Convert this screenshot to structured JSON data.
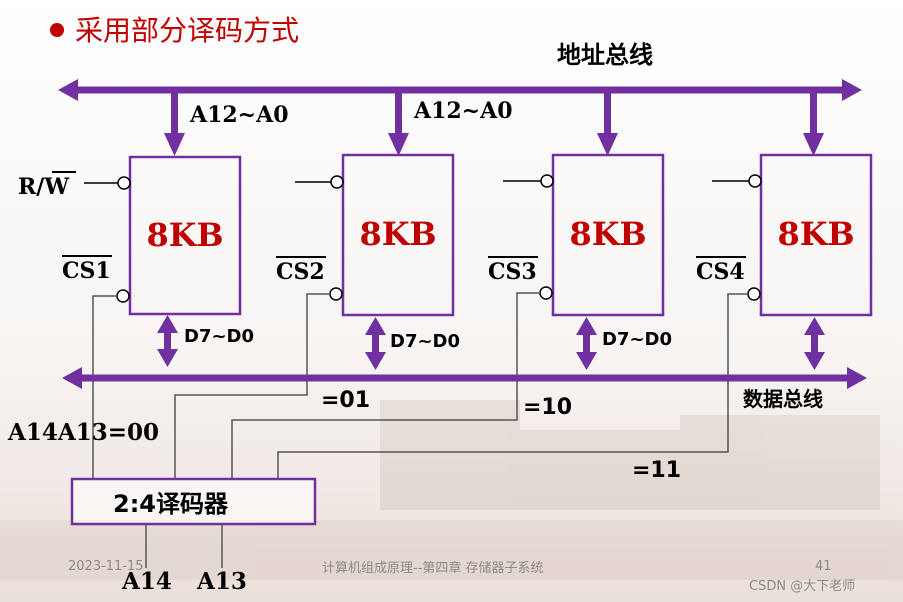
{
  "title": "采用部分译码方式",
  "address_bus_label": "地址总线",
  "data_bus_label": "数据总线",
  "addr_labels": [
    "A12~A0",
    "A12~A0"
  ],
  "rw_label_r": "R/",
  "rw_label_w": "W",
  "chips": [
    {
      "name": "8KB",
      "cs": "CS1",
      "data": "D7~D0"
    },
    {
      "name": "8KB",
      "cs": "CS2",
      "data": "D7~D0"
    },
    {
      "name": "8KB",
      "cs": "CS3",
      "data": "D7~D0"
    },
    {
      "name": "8KB",
      "cs": "CS4",
      "data": ""
    }
  ],
  "codes": {
    "c00": "A14A13=00",
    "c01": "=01",
    "c10": "=10",
    "c11": "=11"
  },
  "decoder_label": "2:4译码器",
  "decoder_inputs": [
    "A14",
    "A13"
  ],
  "footer": {
    "date": "2023-11-15",
    "course": "计算机组成原理--第四章 存储器子系统",
    "page": "41",
    "watermark": "CSDN @大下老师"
  },
  "colors": {
    "bus": "#7030a0",
    "chip_text": "#c00000",
    "title": "#c00000"
  }
}
